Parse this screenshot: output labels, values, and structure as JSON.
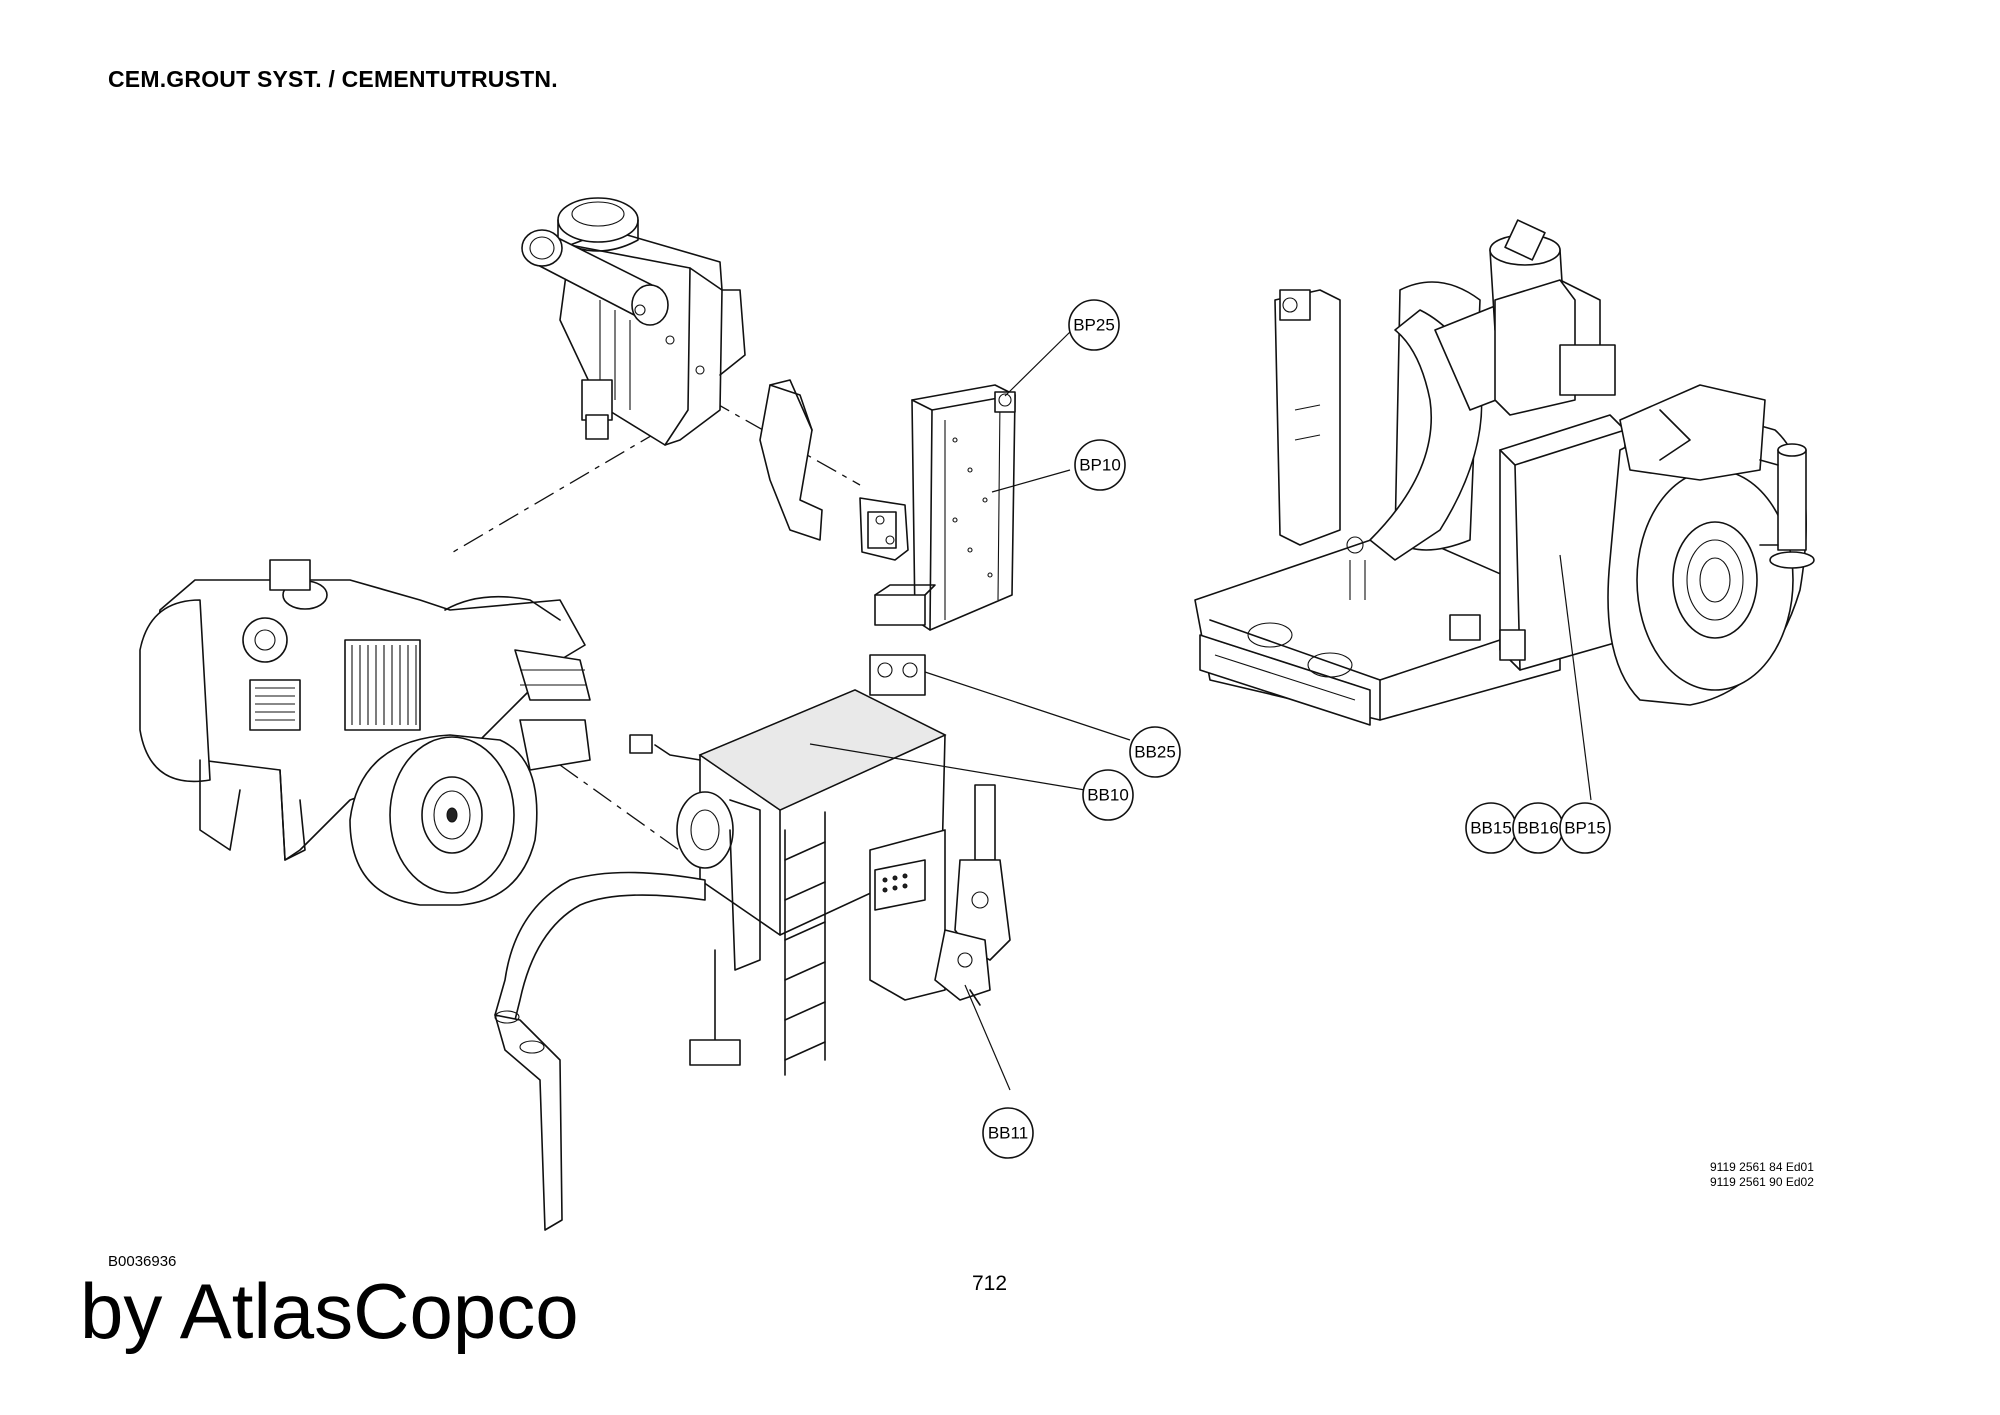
{
  "header": {
    "title": "CEM.GROUT SYST. / CEMENTUTRUSTN."
  },
  "footer": {
    "drawing_id": "B0036936",
    "page_number": "712",
    "brand": "by AtlasCopco",
    "doc_numbers": [
      "9119 2561 84 Ed01",
      "9119 2561 90 Ed02"
    ]
  },
  "callouts": {
    "bp25": "BP25",
    "bp10": "BP10",
    "bb25": "BB25",
    "bb10": "BB10",
    "bb11": "BB11",
    "bb15": "BB15",
    "bb16": "BB16",
    "bp15": "BP15"
  }
}
